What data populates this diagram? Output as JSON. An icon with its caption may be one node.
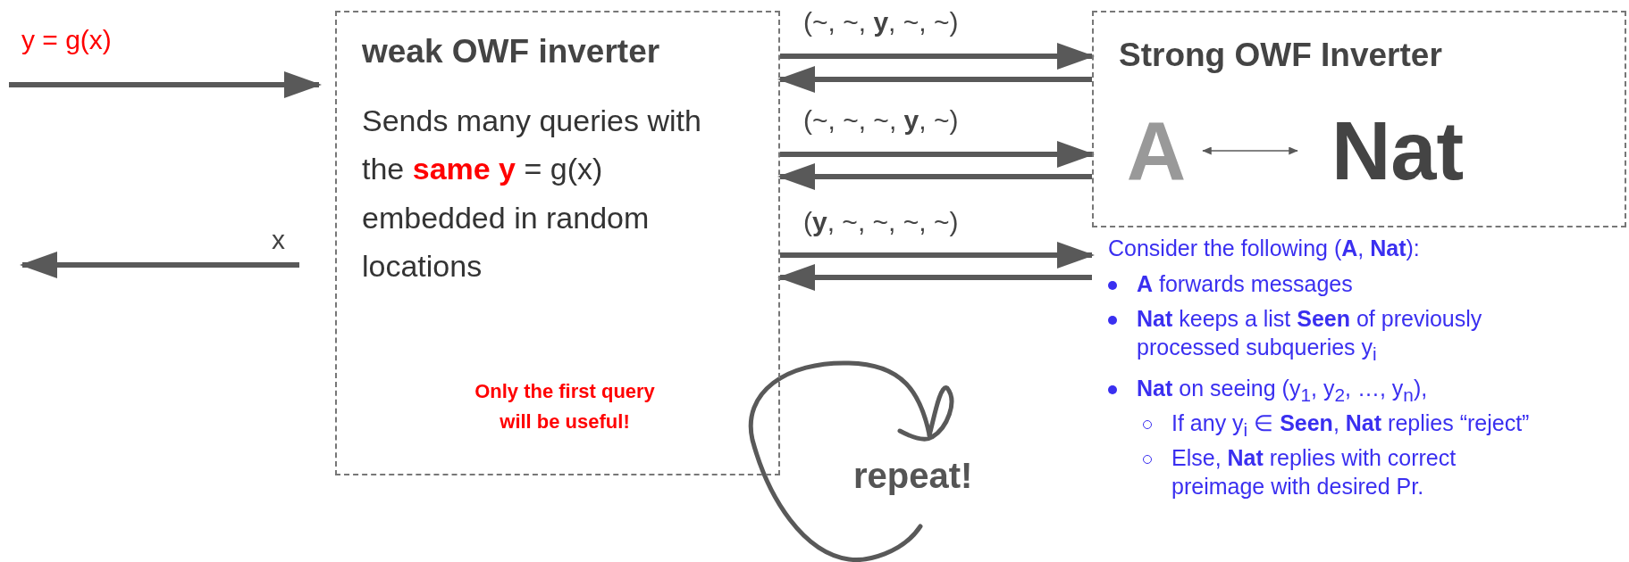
{
  "diagram": {
    "nodes": [
      {
        "text": [
          "weak OWF inverter",
          "Sends many queries with the **same y** = g(x) embedded in random locations",
          "Only the first query will be useful!"
        ]
      },
      {
        "text": [
          "Strong OWF Inverter"
        ]
      },
      {
        "text": [
          "A"
        ],
        "in": 1
      },
      {
        "text": [
          "Nat"
        ],
        "in": 1
      }
    ],
    "edges": [
      {
        "from": null,
        "to": 0,
        "arrow": "to",
        "label": "y = g(x)"
      },
      {
        "from": 0,
        "to": null,
        "arrow": "to",
        "label": "x"
      },
      {
        "from": 0,
        "to": 1,
        "arrow": "to",
        "label": "(~, ~, **y**, ~, ~)"
      },
      {
        "from": 1,
        "to": 0,
        "arrow": "to"
      },
      {
        "from": 0,
        "to": 1,
        "arrow": "to",
        "label": "(~, ~, ~, **y**, ~)"
      },
      {
        "from": 1,
        "to": 0,
        "arrow": "to"
      },
      {
        "from": 0,
        "to": 1,
        "arrow": "to",
        "label": "(**y**, ~, ~, ~, ~)"
      },
      {
        "from": 1,
        "to": 0,
        "arrow": "to"
      },
      {
        "from": 2,
        "to": 3,
        "arrow": "both"
      }
    ],
    "labels": [
      "Consider the following (**A**, **Nat**):",
      "**A** forwards messages",
      "**Nat** keeps a list **Seen** of previously processed subqueries y$_{i}$",
      "**Nat** on seeing (y$_{1}$, y$_{2}$, …, y$_{n}$),",
      "If any y$_{i}$ ∈ **Seen**, **Nat** replies “reject”",
      "Else, **Nat** replies with correct preimage with desired Pr.",
      "repeat!"
    ]
  }
}
